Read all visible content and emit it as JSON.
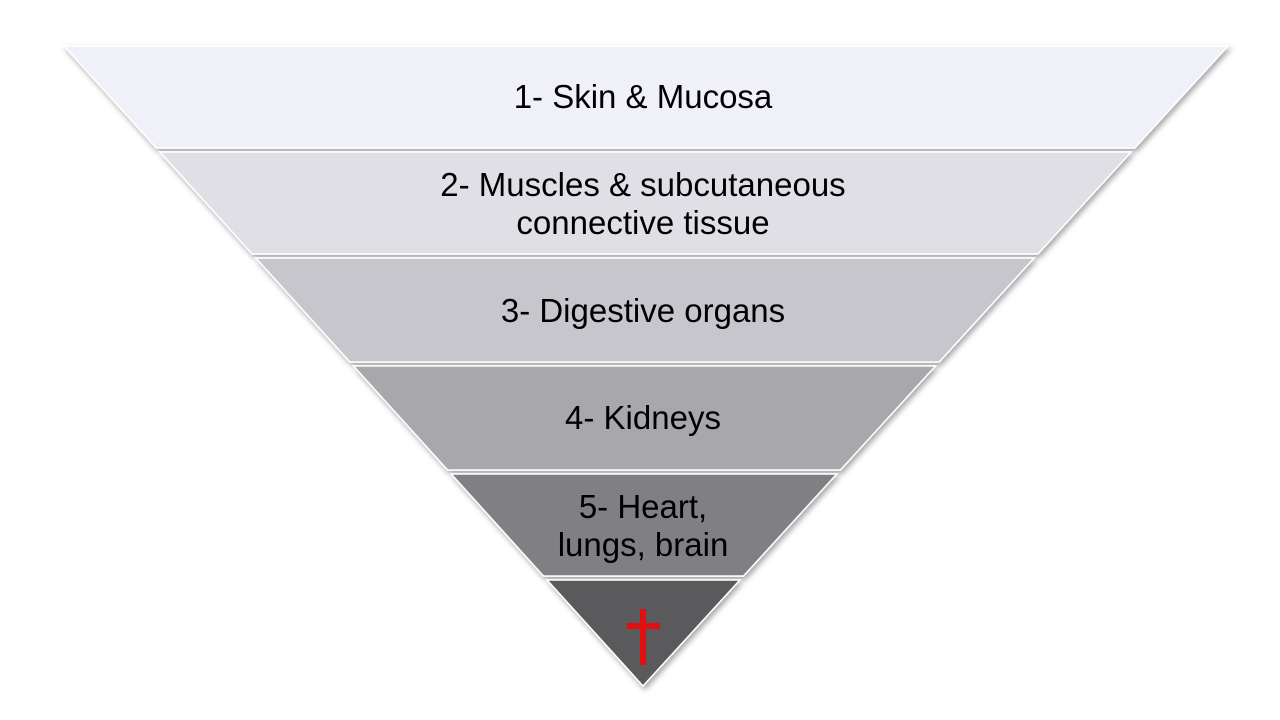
{
  "diagram": {
    "levels": [
      {
        "number": "1",
        "lines": [
          "1- Skin & Mucosa"
        ],
        "color": "#f0f0f8"
      },
      {
        "number": "2",
        "lines": [
          "2- Muscles  & subcutaneous",
          "connective tissue"
        ],
        "color": "#e0dfe6"
      },
      {
        "number": "3",
        "lines": [
          "3- Digestive organs"
        ],
        "color": "#c7c6cc"
      },
      {
        "number": "4",
        "lines": [
          "4- Kidneys"
        ],
        "color": "#a8a7ac"
      },
      {
        "number": "5",
        "lines": [
          "5- Heart,",
          "lungs, brain"
        ],
        "color": "#807f83"
      }
    ],
    "apex": {
      "symbol": "cross-icon",
      "color": "#5a5a5c",
      "symbol_color": "#e01010"
    }
  }
}
